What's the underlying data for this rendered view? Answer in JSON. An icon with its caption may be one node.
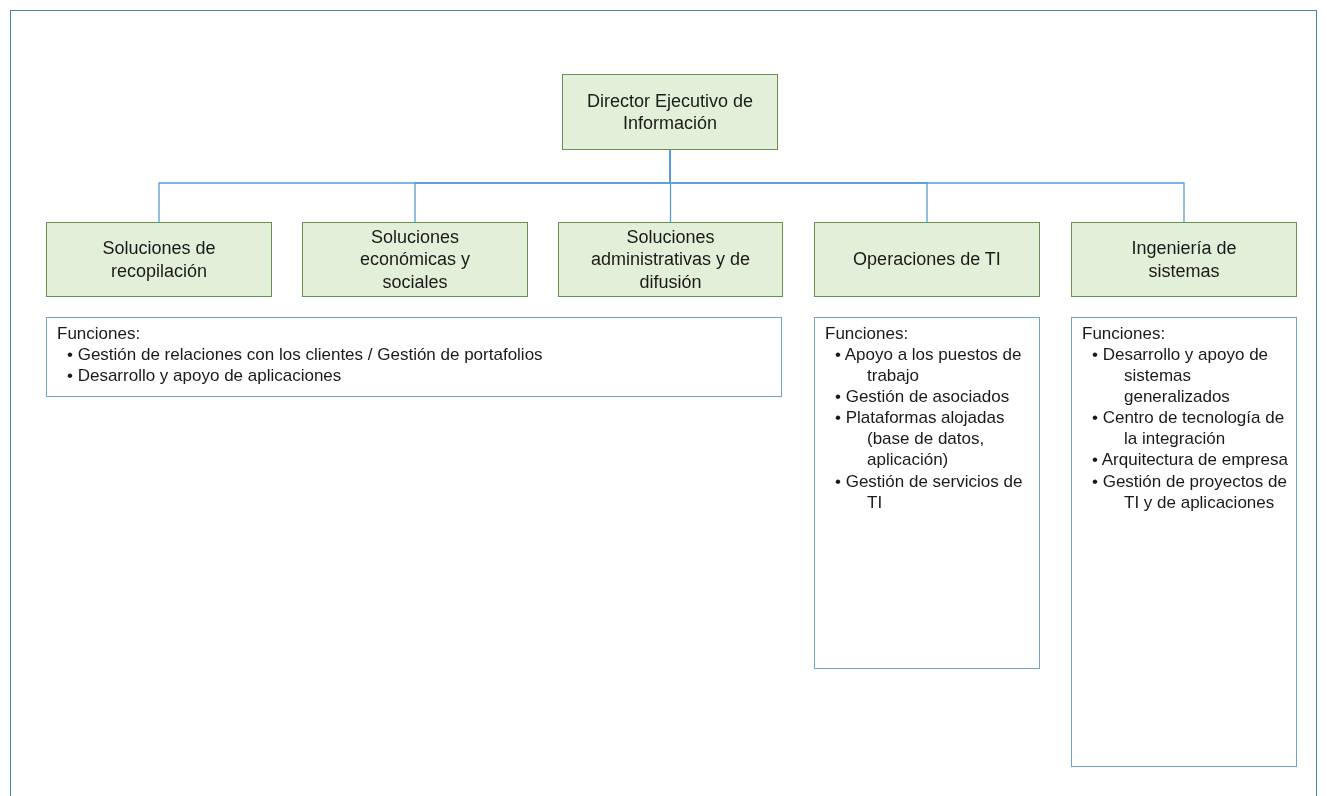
{
  "diagram": {
    "nodes": [
      {
        "text": [
          "Director Ejecutivo de Información"
        ]
      },
      {
        "text": [
          "Soluciones de recopilación"
        ]
      },
      {
        "text": [
          "Soluciones económicas y sociales"
        ]
      },
      {
        "text": [
          "Soluciones administrativas y de difusión"
        ]
      },
      {
        "text": [
          "Operaciones de TI"
        ]
      },
      {
        "text": [
          "Ingeniería de sistemas"
        ]
      },
      {
        "text": [
          "Funciones:",
          "• Gestión de relaciones con los clientes / Gestión de portafolios",
          "• Desarrollo y apoyo de aplicaciones"
        ]
      },
      {
        "text": [
          "Funciones:",
          "• Apoyo a los puestos de trabajo",
          "• Gestión de asociados",
          "• Plataformas alojadas (base de datos, aplicación)",
          "• Gestión de servicios de TI"
        ]
      },
      {
        "text": [
          "Funciones:",
          "• Desarrollo y apoyo de sistemas generalizados",
          "• Centro de tecnología de la integración",
          "• Arquitectura de empresa",
          "• Gestión de proyectos de TI y de aplicaciones"
        ]
      }
    ],
    "edges": [
      {
        "from": 0,
        "to": 1,
        "arrow": "none"
      },
      {
        "from": 0,
        "to": 2,
        "arrow": "none"
      },
      {
        "from": 0,
        "to": 3,
        "arrow": "none"
      },
      {
        "from": 0,
        "to": 4,
        "arrow": "none"
      },
      {
        "from": 0,
        "to": 5,
        "arrow": "none"
      }
    ]
  }
}
